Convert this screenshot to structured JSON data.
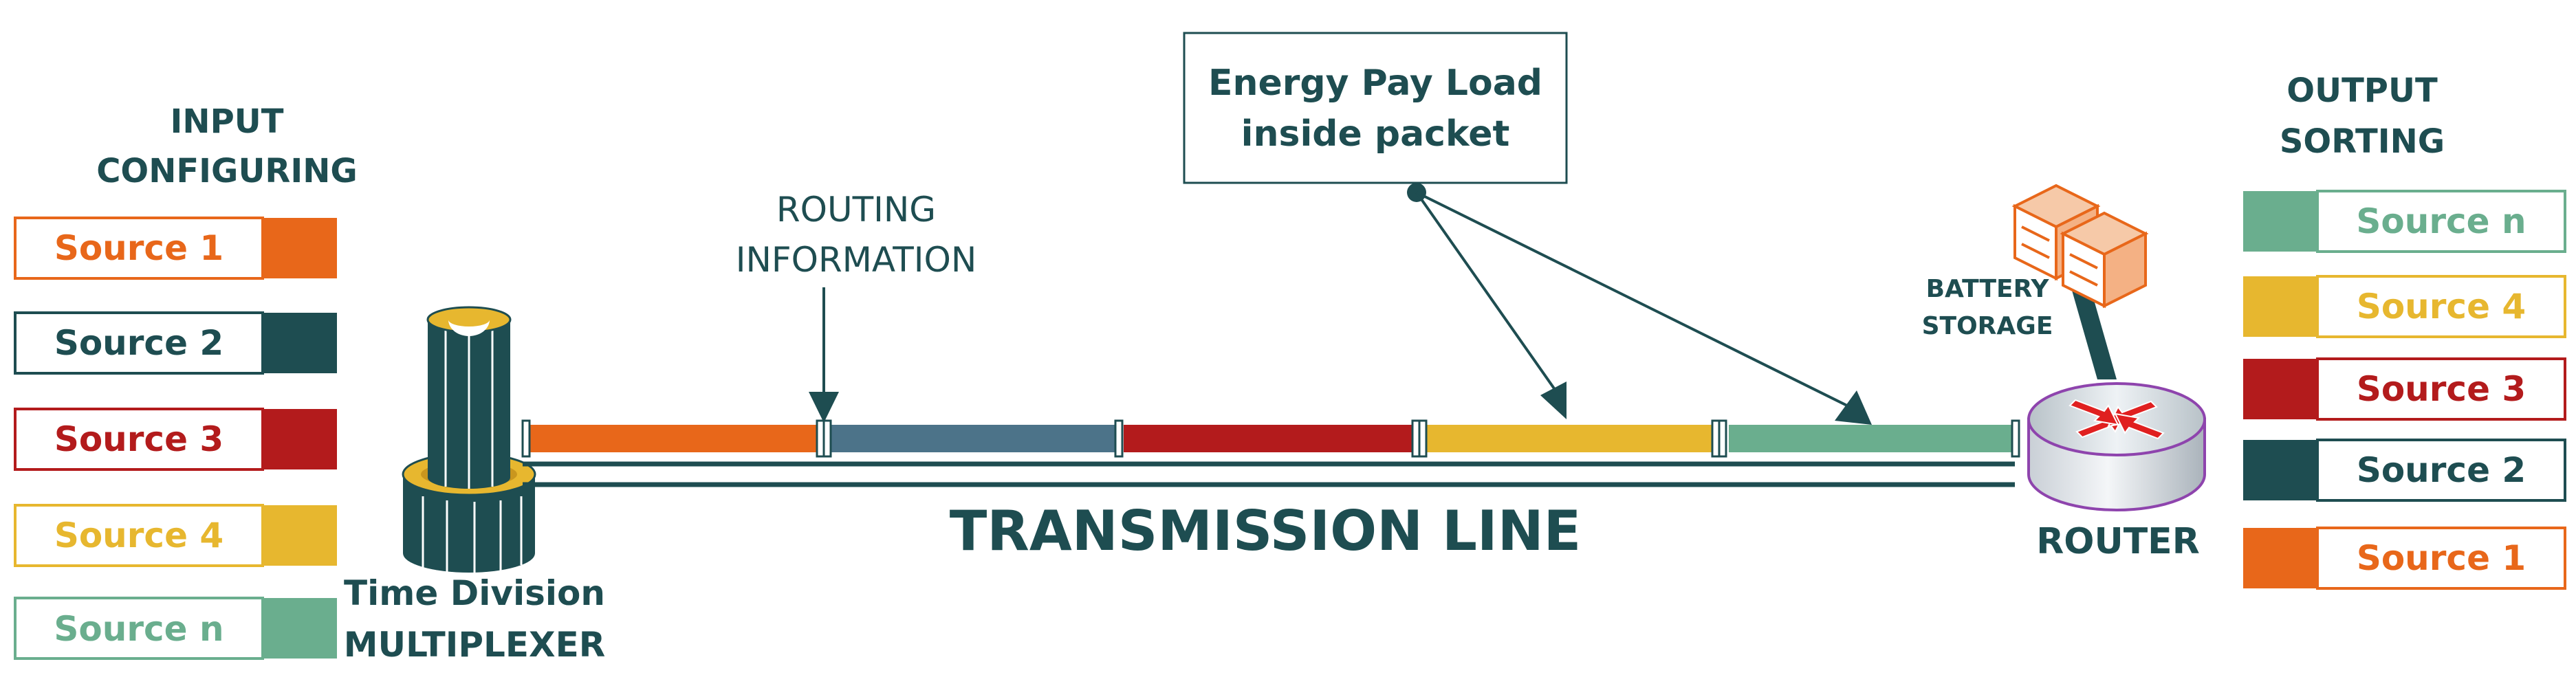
{
  "input": {
    "heading_line1": "INPUT",
    "heading_line2": "CONFIGURING",
    "sources": [
      {
        "label": "Source 1",
        "color": "#E8671A"
      },
      {
        "label": "Source 2",
        "color": "#1E4D51"
      },
      {
        "label": "Source 3",
        "color": "#B31B1C"
      },
      {
        "label": "Source 4",
        "color": "#E7B72F"
      },
      {
        "label": "Source n",
        "color": "#6AAE8E"
      }
    ]
  },
  "output": {
    "heading_line1": "OUTPUT",
    "heading_line2": "SORTING",
    "sources": [
      {
        "label": "Source n",
        "color": "#6AAE8E"
      },
      {
        "label": "Source 4",
        "color": "#E7B72F"
      },
      {
        "label": "Source 3",
        "color": "#B31B1C"
      },
      {
        "label": "Source 2",
        "color": "#1E4D51"
      },
      {
        "label": "Source 1",
        "color": "#E8671A"
      }
    ]
  },
  "multiplexer": {
    "line1": "Time Division",
    "line2": "MULTIPLEXER"
  },
  "routing_info": {
    "line1": "ROUTING",
    "line2": "INFORMATION"
  },
  "energy_payload": {
    "line1": "Energy Pay Load",
    "line2": "inside packet"
  },
  "transmission_line": {
    "label": "TRANSMISSION LINE"
  },
  "battery": {
    "line1": "BATTERY",
    "line2": "STORAGE"
  },
  "router": {
    "label": "ROUTER"
  },
  "packet_segments": [
    {
      "name": "orange-segment",
      "color": "#E8671A"
    },
    {
      "name": "blue-segment",
      "color": "#4C7389"
    },
    {
      "name": "red-segment",
      "color": "#B31B1C"
    },
    {
      "name": "yellow-segment",
      "color": "#E7B72F"
    },
    {
      "name": "green-segment",
      "color": "#6AAE8E"
    }
  ],
  "colors": {
    "dark_teal": "#1E4D51",
    "router_purple": "#8E44AD",
    "router_red": "#E02020",
    "battery_orange": "#E8671A"
  }
}
